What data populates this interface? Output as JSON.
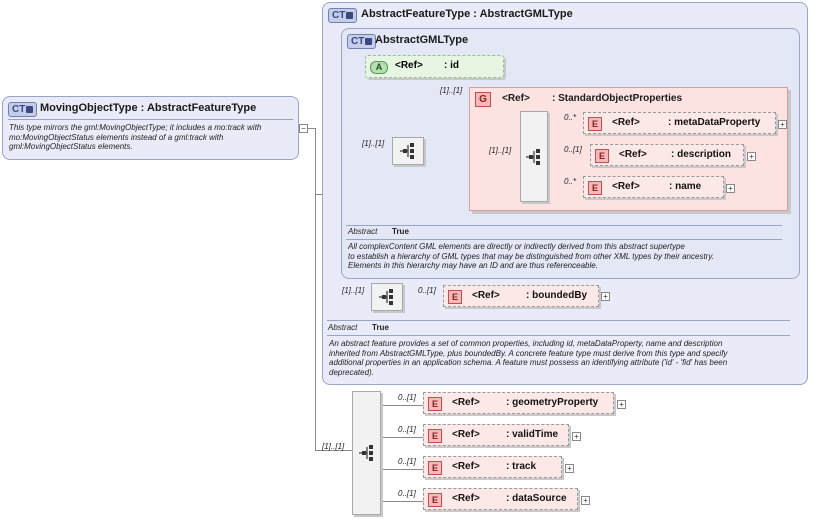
{
  "moving_object": {
    "badge": "CT",
    "name": "MovingObjectType",
    "base": ": AbstractFeatureType",
    "doc_lines": [
      "This type mirrors the gml:MovingObjectType; it includes a mo:track with",
      "mo:MovingObjectStatus elements instead of a gml:track with",
      "gml:MovingObjectStatus elements."
    ]
  },
  "abstract_feature_type": {
    "badge": "CT",
    "name": "AbstractFeatureType",
    "base": ": AbstractGMLType",
    "abstract_key": "Abstract",
    "abstract_val": "True",
    "doc_lines": [
      "An abstract feature provides a set of common properties, including id, metaDataProperty, name and description",
      "inherited from AbstractGMLType, plus boundedBy.    A concrete feature type must derive from this type and specify",
      "additional  properties in an application schema. A feature must possess an identifying attribute ('id' - 'fid' has been",
      "deprecated)."
    ]
  },
  "abstract_gml_type": {
    "badge": "CT",
    "name": "AbstractGMLType",
    "abstract_key": "Abstract",
    "abstract_val": "True",
    "doc_lines": [
      "All complexContent GML elements are directly or indirectly derived from this abstract supertype",
      "to establish a hierarchy of GML types that may be distinguished from other XML types by their ancestry.",
      "Elements in this hierarchy may have an ID and are thus referenceable."
    ]
  },
  "id_attribute": {
    "badge": "A",
    "ref": "<Ref>",
    "name": ": id"
  },
  "standard_object_properties": {
    "badge": "G",
    "ref": "<Ref>",
    "name": ": StandardObjectProperties",
    "occurrence": "[1]..[1]"
  },
  "gml_sequence_occurrence": "[1]..[1]",
  "group_sequence_occurrence": "[1]..[1]",
  "standard_elements": [
    {
      "badge": "E",
      "ref": "<Ref>",
      "name": ": metaDataProperty",
      "occurrence": "0..*"
    },
    {
      "badge": "E",
      "ref": "<Ref>",
      "name": ": description",
      "occurrence": "0..[1]"
    },
    {
      "badge": "E",
      "ref": "<Ref>",
      "name": ": name",
      "occurrence": "0..*"
    }
  ],
  "bounded_by": {
    "badge": "E",
    "ref": "<Ref>",
    "name": ": boundedBy",
    "occurrence": "0..[1]"
  },
  "feature_sequence_occurrence": "[1]..[1]",
  "moving_sequence_occurrence": "[1]..[1]",
  "moving_elements": [
    {
      "badge": "E",
      "ref": "<Ref>",
      "name": ": geometryProperty",
      "occurrence": "0..[1]"
    },
    {
      "badge": "E",
      "ref": "<Ref>",
      "name": ": validTime",
      "occurrence": "0..[1]"
    },
    {
      "badge": "E",
      "ref": "<Ref>",
      "name": ": track",
      "occurrence": "0..[1]"
    },
    {
      "badge": "E",
      "ref": "<Ref>",
      "name": ": dataSource",
      "occurrence": "0..[1]"
    }
  ],
  "expand_glyph": "+",
  "collapse_glyph": "−"
}
